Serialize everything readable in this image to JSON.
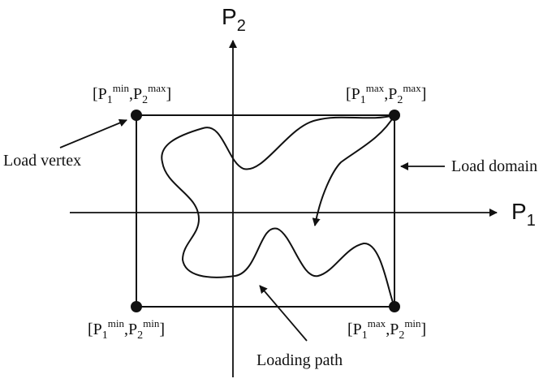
{
  "axes": {
    "x_label": "P",
    "x_sub": "1",
    "y_label": "P",
    "y_sub": "2"
  },
  "vertices": {
    "top_left": {
      "p1": "min",
      "p2": "max"
    },
    "top_right": {
      "p1": "max",
      "p2": "max"
    },
    "bottom_left": {
      "p1": "min",
      "p2": "min"
    },
    "bottom_right": {
      "p1": "max",
      "p2": "min"
    }
  },
  "vertex_text": {
    "open": "[P",
    "sub1": "1",
    "comma": ",P",
    "sub2": "2",
    "close": "]"
  },
  "annotations": {
    "load_vertex": "Load vertex",
    "load_domain": "Load domain",
    "loading_path": "Loading path"
  },
  "colors": {
    "ink": "#111111",
    "background": "#ffffff"
  }
}
